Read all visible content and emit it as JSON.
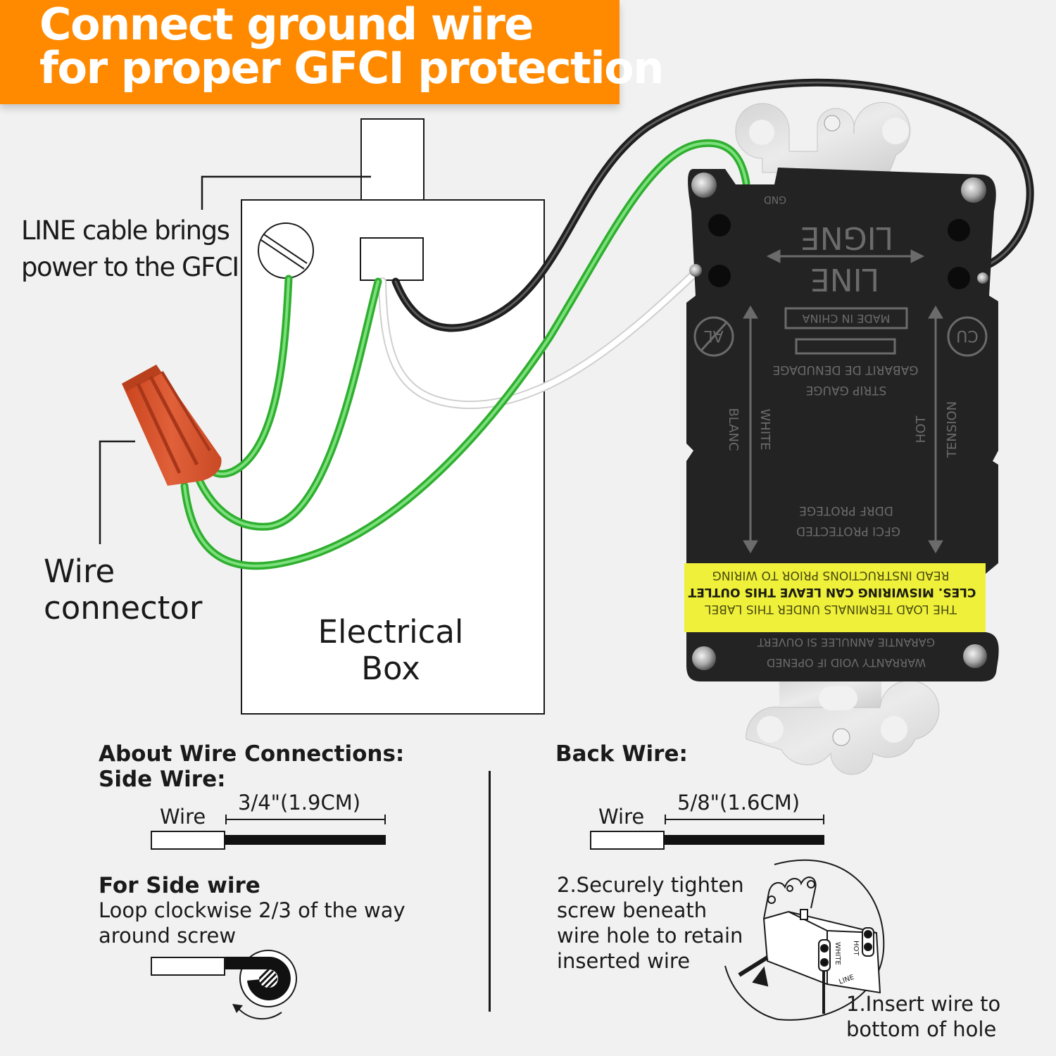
{
  "header": {
    "title_line1": "Connect ground wire",
    "title_line2": "for proper GFCI protection",
    "background_color": "#ff8a00",
    "text_color": "#ffffff"
  },
  "callouts": {
    "line_cable_line1": "LINE cable brings",
    "line_cable_line2": "power to the GFCI",
    "wire_connector_line1": "Wire",
    "wire_connector_line2": "connector",
    "electrical_box_line1": "Electrical",
    "electrical_box_line2": "Box"
  },
  "wires": {
    "ground_color": "#3cc63c",
    "hot_color": "#1f1f1f",
    "neutral_color": "#ffffff",
    "connector_color": "#d9542b"
  },
  "gfci_device": {
    "gnd": "GND",
    "ligne": "LIGNE",
    "line": "LINE",
    "made_in": "MADE IN CHINA",
    "gabarit": "GABARIT DE DENUDAGE",
    "strip_gauge": "STRIP GAUGE",
    "al_symbol": "AL",
    "cu_symbol": "CU",
    "blanc": "BLANC",
    "white": "WHITE",
    "hot": "HOT",
    "tension": "TENSION",
    "ddrf": "DDRF PROTEGE",
    "gfci_protected": "GFCI PROTECTED",
    "label_line1": "READ INSTRUCTIONS PRIOR TO WIRING",
    "label_line2": "CLES. MISWIRING CAN LEAVE THIS OUTLET",
    "label_line3": "THE LOAD TERMINALS UNDER THIS LABEL",
    "garantie": "GARANTIE ANNULEE SI OUVERT",
    "warranty": "WARRANTY VOID IF OPENED",
    "body_color": "#232323",
    "label_color": "#eef03a"
  },
  "side_wire": {
    "heading1": "About Wire Connections:",
    "heading2": "Side Wire:",
    "wire_label": "Wire",
    "strip_length": "3/4\"(1.9CM)",
    "for_side_heading": "For Side wire",
    "instruction_line1": "Loop clockwise 2/3 of the way",
    "instruction_line2": "around screw"
  },
  "back_wire": {
    "heading": "Back Wire:",
    "wire_label": "Wire",
    "strip_length": "5/8\"(1.6CM)",
    "step2_line1": "2.Securely tighten",
    "step2_line2": "screw beneath",
    "step2_line3": "wire hole to retain",
    "step2_line4": "inserted wire",
    "step1_line1": "1.Insert wire to",
    "step1_line2": "bottom of hole",
    "inset_white": "WHITE",
    "inset_hot": "HOT",
    "inset_line": "LINE"
  }
}
